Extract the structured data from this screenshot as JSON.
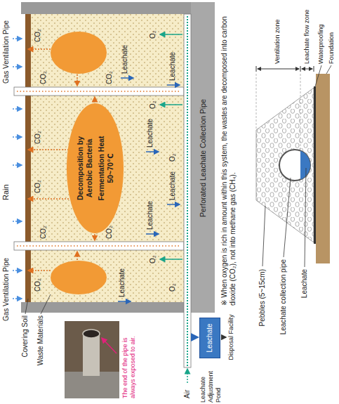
{
  "diagram": {
    "nodes": [
      {
        "text": [
          "Leachate"
        ]
      },
      {
        "text": [
          "Decomposition by Aerobic Bacteria",
          "Fermentation Heat 50~70℃"
        ]
      }
    ],
    "labels": [
      "Rain",
      "Gas Ventilation Pipe",
      "Gas Ventilation Pipe",
      "Covering Soil",
      "Waste Materials",
      "CO₂",
      "CO₂",
      "CO₂",
      "CO₂",
      "CO₂",
      "CO₂",
      "CO₂",
      "CO₂",
      "Leachate",
      "Leachate",
      "Leachate",
      "Leachate",
      "Leachate",
      "Leachate",
      "O₂",
      "O₂",
      "O₂",
      "O₂",
      "O₂",
      "Perforated Leachate Collection Pipe",
      "Air",
      "The end of the pipe is always exposed to air.",
      "Leachate Adjustment Pond",
      "Disposal Facility",
      "※ When oxygen is rich in amount within this system, the wastes are decomposed into carbon dioxide (CO₂), not into methane gas (CH₄).",
      "Pebbles (5~15cm)",
      "Leachate collection pipe",
      "Leachate",
      "Ventilation zone",
      "Leachate flow zone",
      "Waterproofing",
      "Foundation"
    ]
  }
}
